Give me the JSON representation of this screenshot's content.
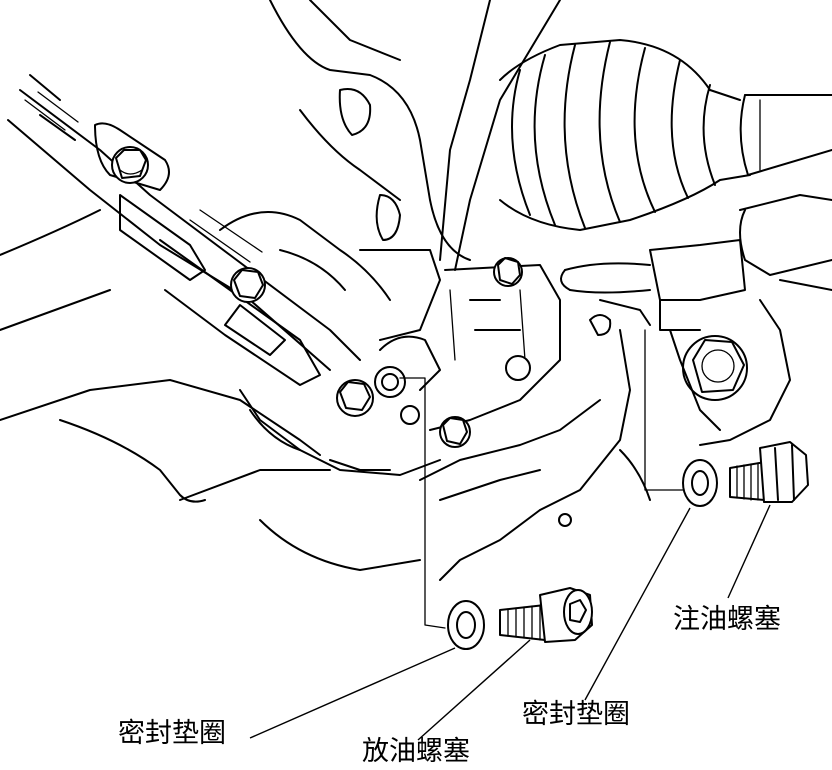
{
  "figure": {
    "labels": {
      "filler_plug": "注油螺塞",
      "seal_washer_right": "密封垫圈",
      "seal_washer_left": "密封垫圈",
      "drain_plug": "放油螺塞"
    },
    "colors": {
      "line": "#000000",
      "background": "#ffffff"
    }
  }
}
